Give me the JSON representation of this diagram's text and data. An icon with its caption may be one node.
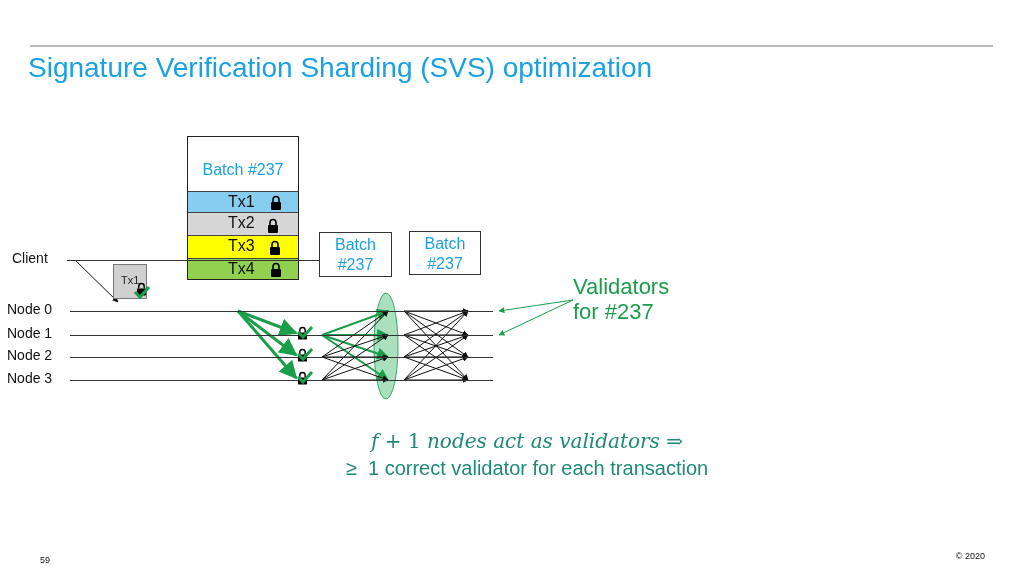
{
  "diagram": {
    "title": "Signature Verification Sharding (SVS) optimization",
    "nodes": [
      {
        "text": [
          "Batch #237"
        ]
      },
      {
        "text": [
          "Tx1"
        ],
        "in": 0
      },
      {
        "text": [
          "Tx2"
        ],
        "in": 0
      },
      {
        "text": [
          "Tx3"
        ],
        "in": 0
      },
      {
        "text": [
          "Tx4"
        ],
        "in": 0
      },
      {
        "text": [
          "Tx1"
        ]
      },
      {
        "text": [
          "Batch #237"
        ]
      },
      {
        "text": [
          "Batch #237"
        ]
      },
      {
        "text": [
          "Validators for #237"
        ]
      },
      {
        "text": [
          "Client"
        ]
      },
      {
        "text": [
          "Node 0"
        ]
      },
      {
        "text": [
          "Node 1"
        ]
      },
      {
        "text": [
          "Node 2"
        ]
      },
      {
        "text": [
          "Node 3"
        ]
      }
    ],
    "edges": [
      {
        "from": 9,
        "to": 10,
        "arrow": "to"
      },
      {
        "from": 8,
        "to": 10,
        "arrow": "to",
        "color": "#1a9e4a"
      },
      {
        "from": 8,
        "to": 11,
        "arrow": "to",
        "color": "#1a9e4a"
      },
      {
        "from": 10,
        "to": 11,
        "arrow": "to",
        "style": "thick",
        "color": "#1a9e4a"
      },
      {
        "from": 10,
        "to": 12,
        "arrow": "to",
        "style": "thick",
        "color": "#1a9e4a"
      },
      {
        "from": 10,
        "to": 13,
        "arrow": "to",
        "style": "thick",
        "color": "#1a9e4a"
      },
      {
        "from": 11,
        "to": 10,
        "arrow": "to",
        "color": "#1a9e4a"
      },
      {
        "from": 11,
        "to": 11,
        "arrow": "to",
        "color": "#1a9e4a"
      },
      {
        "from": 11,
        "to": 12,
        "arrow": "to",
        "color": "#1a9e4a"
      },
      {
        "from": 11,
        "to": 13,
        "arrow": "to",
        "color": "#1a9e4a"
      },
      {
        "from": 12,
        "to": 10,
        "arrow": "to"
      },
      {
        "from": 12,
        "to": 11,
        "arrow": "to"
      },
      {
        "from": 12,
        "to": 12,
        "arrow": "to"
      },
      {
        "from": 12,
        "to": 13,
        "arrow": "to"
      },
      {
        "from": 13,
        "to": 10,
        "arrow": "to"
      },
      {
        "from": 13,
        "to": 11,
        "arrow": "to"
      },
      {
        "from": 13,
        "to": 12,
        "arrow": "to"
      },
      {
        "from": 13,
        "to": 13,
        "arrow": "to"
      },
      {
        "from": 10,
        "to": 10,
        "arrow": "to"
      },
      {
        "from": 10,
        "to": 11,
        "arrow": "to"
      },
      {
        "from": 10,
        "to": 12,
        "arrow": "to"
      },
      {
        "from": 10,
        "to": 13,
        "arrow": "to"
      },
      {
        "from": 11,
        "to": 10,
        "arrow": "to"
      },
      {
        "from": 11,
        "to": 11,
        "arrow": "to"
      },
      {
        "from": 11,
        "to": 12,
        "arrow": "to"
      },
      {
        "from": 11,
        "to": 13,
        "arrow": "to"
      },
      {
        "from": 12,
        "to": 10,
        "arrow": "to"
      },
      {
        "from": 12,
        "to": 11,
        "arrow": "to"
      },
      {
        "from": 12,
        "to": 12,
        "arrow": "to"
      },
      {
        "from": 12,
        "to": 13,
        "arrow": "to"
      },
      {
        "from": 13,
        "to": 10,
        "arrow": "to"
      },
      {
        "from": 13,
        "to": 11,
        "arrow": "to"
      },
      {
        "from": 13,
        "to": 12,
        "arrow": "to"
      },
      {
        "from": 13,
        "to": 13,
        "arrow": "to"
      }
    ],
    "labels": [
      "*f* + 1 *nodes act as validators* ⇒",
      "≥  1 correct validator for each transaction",
      "59",
      "© 2020"
    ]
  }
}
